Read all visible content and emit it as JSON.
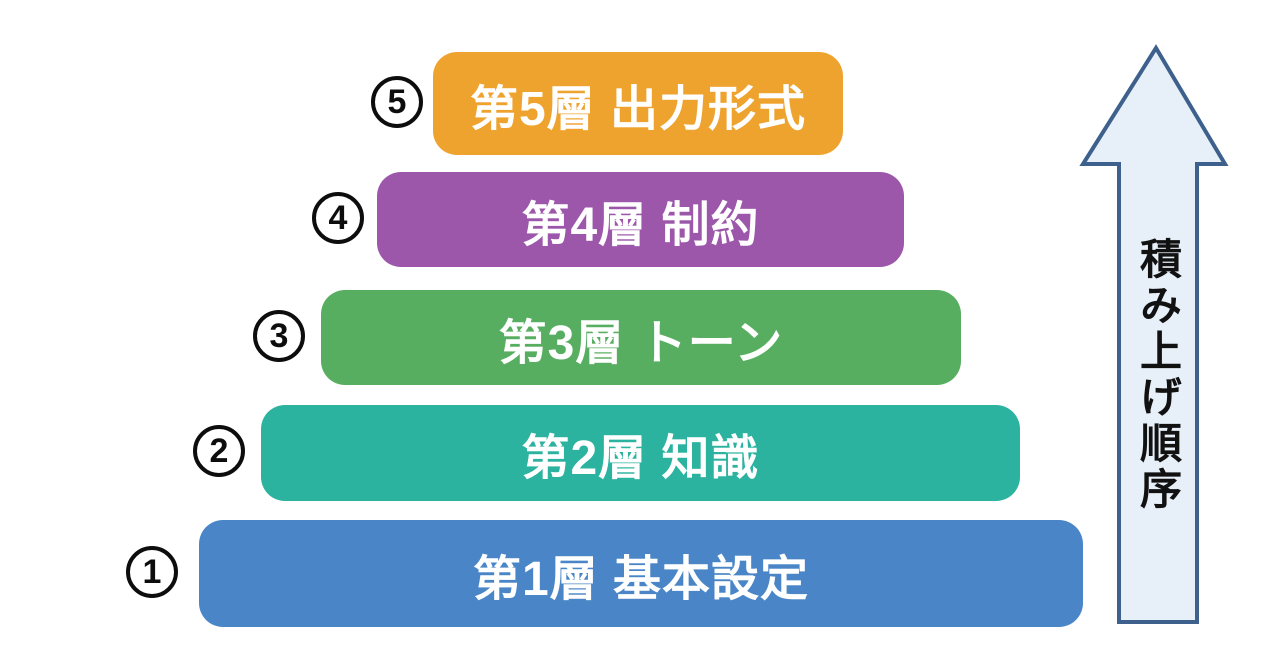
{
  "background": "#ffffff",
  "layers": [
    {
      "number": "5",
      "label": "第5層 出力形式",
      "color": "#EFA32F"
    },
    {
      "number": "4",
      "label": "第4層 制約",
      "color": "#9C57AB"
    },
    {
      "number": "3",
      "label": "第3層 トーン",
      "color": "#57AE60"
    },
    {
      "number": "2",
      "label": "第2層 知識",
      "color": "#2BB39F"
    },
    {
      "number": "1",
      "label": "第1層 基本設定",
      "color": "#4A86C7"
    }
  ],
  "arrow": {
    "label": "積み上げ順序",
    "fill": "#E7EFF8",
    "stroke": "#3E608C"
  }
}
